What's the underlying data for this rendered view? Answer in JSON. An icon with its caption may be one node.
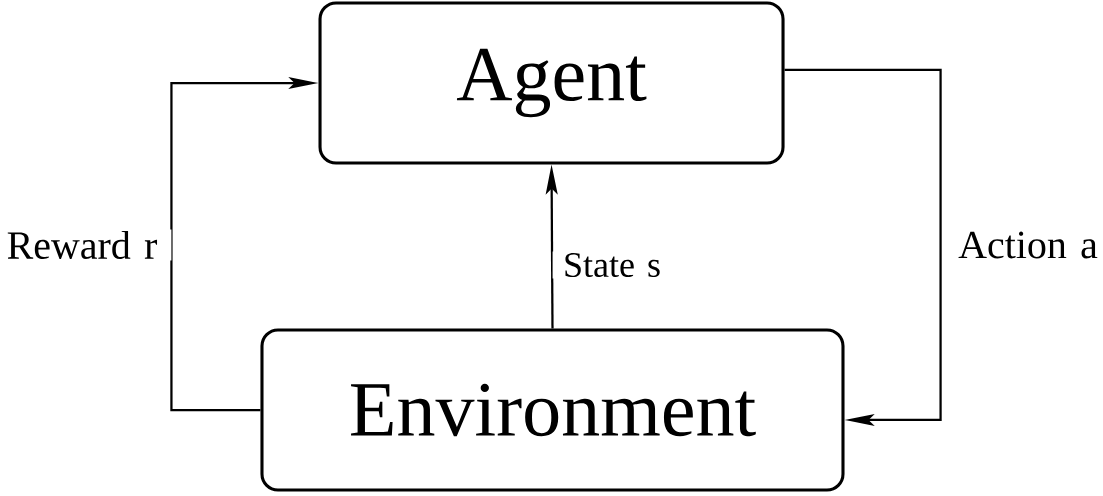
{
  "diagram": {
    "nodes": [
      {
        "text": [
          "Agent"
        ]
      },
      {
        "text": [
          "Environment"
        ]
      }
    ],
    "edges": [
      {
        "from": 1,
        "to": 0,
        "arrow": "to",
        "label": "State s"
      },
      {
        "from": 1,
        "to": 0,
        "arrow": "to",
        "label": "Reward r"
      },
      {
        "from": 0,
        "to": 1,
        "arrow": "to",
        "label": "Action a"
      }
    ]
  }
}
